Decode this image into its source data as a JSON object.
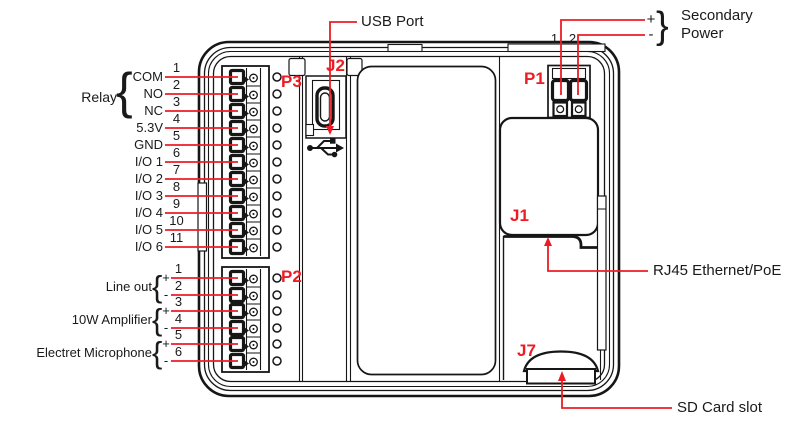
{
  "colors": {
    "accent_red": "#ED1C24",
    "line_black": "#1A1A1A"
  },
  "terminal_p3": {
    "label": "P3",
    "relay_group": {
      "label": "Relay",
      "brace": "{"
    },
    "pins": [
      {
        "number": "1",
        "label": "COM"
      },
      {
        "number": "2",
        "label": "NO"
      },
      {
        "number": "3",
        "label": "NC"
      },
      {
        "number": "4",
        "label": "5.3V"
      },
      {
        "number": "5",
        "label": "GND"
      },
      {
        "number": "6",
        "label": "I/O 1"
      },
      {
        "number": "7",
        "label": "I/O 2"
      },
      {
        "number": "8",
        "label": "I/O 3"
      },
      {
        "number": "9",
        "label": "I/O 4"
      },
      {
        "number": "10",
        "label": "I/O 5"
      },
      {
        "number": "11",
        "label": "I/O 6"
      }
    ]
  },
  "terminal_p2": {
    "label": "P2",
    "groups": [
      {
        "label": "Line out",
        "brace": "{",
        "pins": [
          {
            "number": "1",
            "sign": "+"
          },
          {
            "number": "2",
            "sign": "-"
          }
        ]
      },
      {
        "label": "10W Amplifier",
        "brace": "{",
        "pins": [
          {
            "number": "3",
            "sign": "+"
          },
          {
            "number": "4",
            "sign": "-"
          }
        ]
      },
      {
        "label": "Electret Microphone",
        "brace": "{",
        "pins": [
          {
            "number": "5",
            "sign": "+"
          },
          {
            "number": "6",
            "sign": "-"
          }
        ]
      }
    ]
  },
  "power_p1": {
    "label": "P1",
    "pin_numbers": {
      "pin1": "1",
      "pin2": "2"
    },
    "signs": {
      "positive": "+",
      "negative": "-"
    },
    "brace": "}",
    "callout_line1": "Secondary",
    "callout_line2": "Power"
  },
  "ethernet_j1": {
    "label": "J1",
    "callout": "RJ45 Ethernet/PoE"
  },
  "usb_j2": {
    "label": "J2",
    "callout": "USB Port"
  },
  "sdcard_j7": {
    "label": "J7",
    "callout": "SD Card slot"
  }
}
